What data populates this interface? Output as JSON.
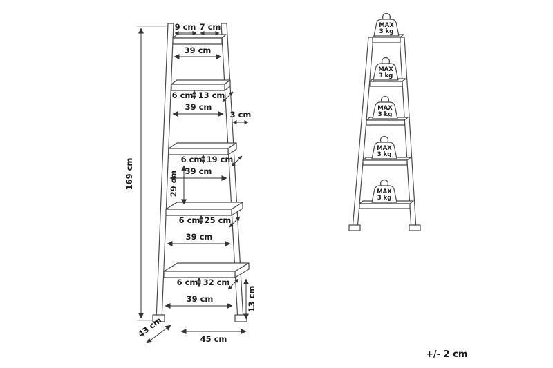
{
  "left_view": {
    "overall_height": "169 cm",
    "overall_width": "45 cm",
    "overall_depth": "43 cm",
    "shelf_gap": "29 cm",
    "top": {
      "seg_a": "9 cm",
      "seg_b": "7 cm",
      "width": "39 cm"
    },
    "shelves": [
      {
        "lip": "6 cm",
        "depth": "13 cm",
        "width": "39 cm",
        "frame": "3 cm"
      },
      {
        "lip": "6 cm",
        "depth": "19 cm",
        "width": "39 cm"
      },
      {
        "lip": "6 cm",
        "depth": "25 cm",
        "width": "39 cm"
      },
      {
        "lip": "6 cm",
        "depth": "32 cm",
        "width": "39 cm",
        "foot_height": "13 cm"
      }
    ]
  },
  "load_view": {
    "max_label": "MAX",
    "max_weight": "3 kg"
  },
  "tolerance": "+/- 2 cm"
}
